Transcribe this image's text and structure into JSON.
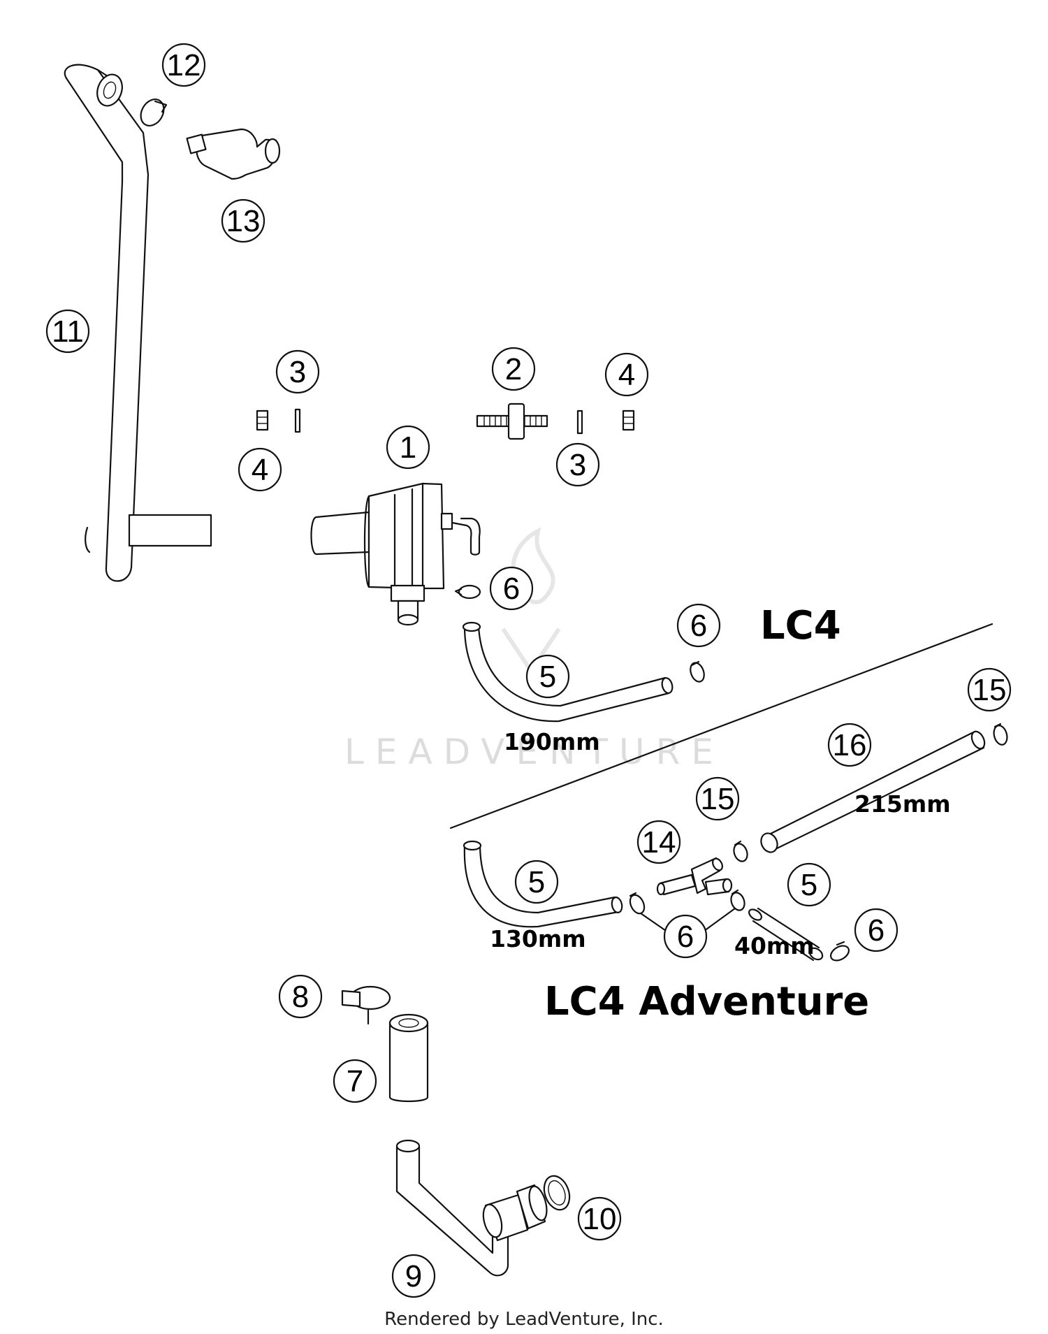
{
  "callouts": {
    "c1": "1",
    "c2": "2",
    "c3a": "3",
    "c3b": "3",
    "c4a": "4",
    "c4b": "4",
    "c5a": "5",
    "c5b": "5",
    "c5c": "5",
    "c6a": "6",
    "c6b": "6",
    "c6c": "6",
    "c6d": "6",
    "c7": "7",
    "c8": "8",
    "c9": "9",
    "c10": "10",
    "c11": "11",
    "c12": "12",
    "c13": "13",
    "c14": "14",
    "c15a": "15",
    "c15b": "15",
    "c16": "16"
  },
  "dimensions": {
    "hose_lc4": "190mm",
    "hose_long_adv": "215mm",
    "hose_bend_adv": "130mm",
    "hose_short_adv": "40mm"
  },
  "models": {
    "upper": "LC4",
    "lower": "LC4 Adventure"
  },
  "watermark": "LEADVENTURE",
  "footer": "Rendered by LeadVenture, Inc."
}
